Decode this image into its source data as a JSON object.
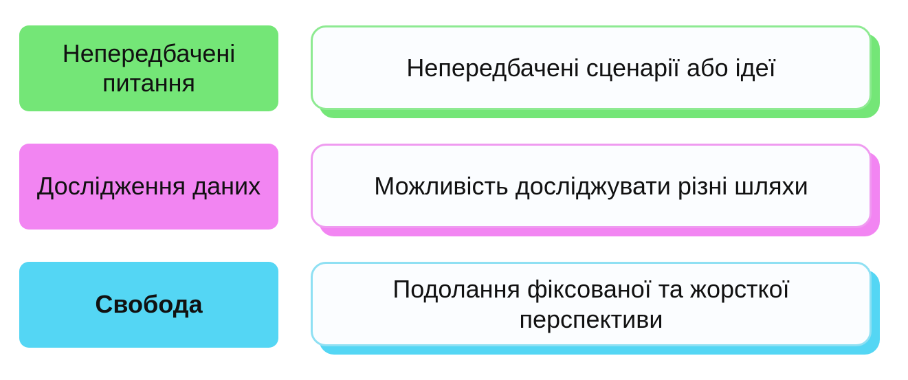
{
  "rows": [
    {
      "term": "Непередбачені питання",
      "description": "Непередбачені сценарії або ідеї",
      "color": "#74e677",
      "border": "#8eea92",
      "term_bold": false
    },
    {
      "term": "Дослідження даних",
      "description": "Можливість досліджувати різні шляхи",
      "color": "#f285f2",
      "border": "#ef9bf0",
      "term_bold": false
    },
    {
      "term": "Свобода",
      "description": "Подолання фіксованої та жорсткої перспективи",
      "color": "#54d6f4",
      "border": "#8fe0f3",
      "term_bold": true
    }
  ]
}
